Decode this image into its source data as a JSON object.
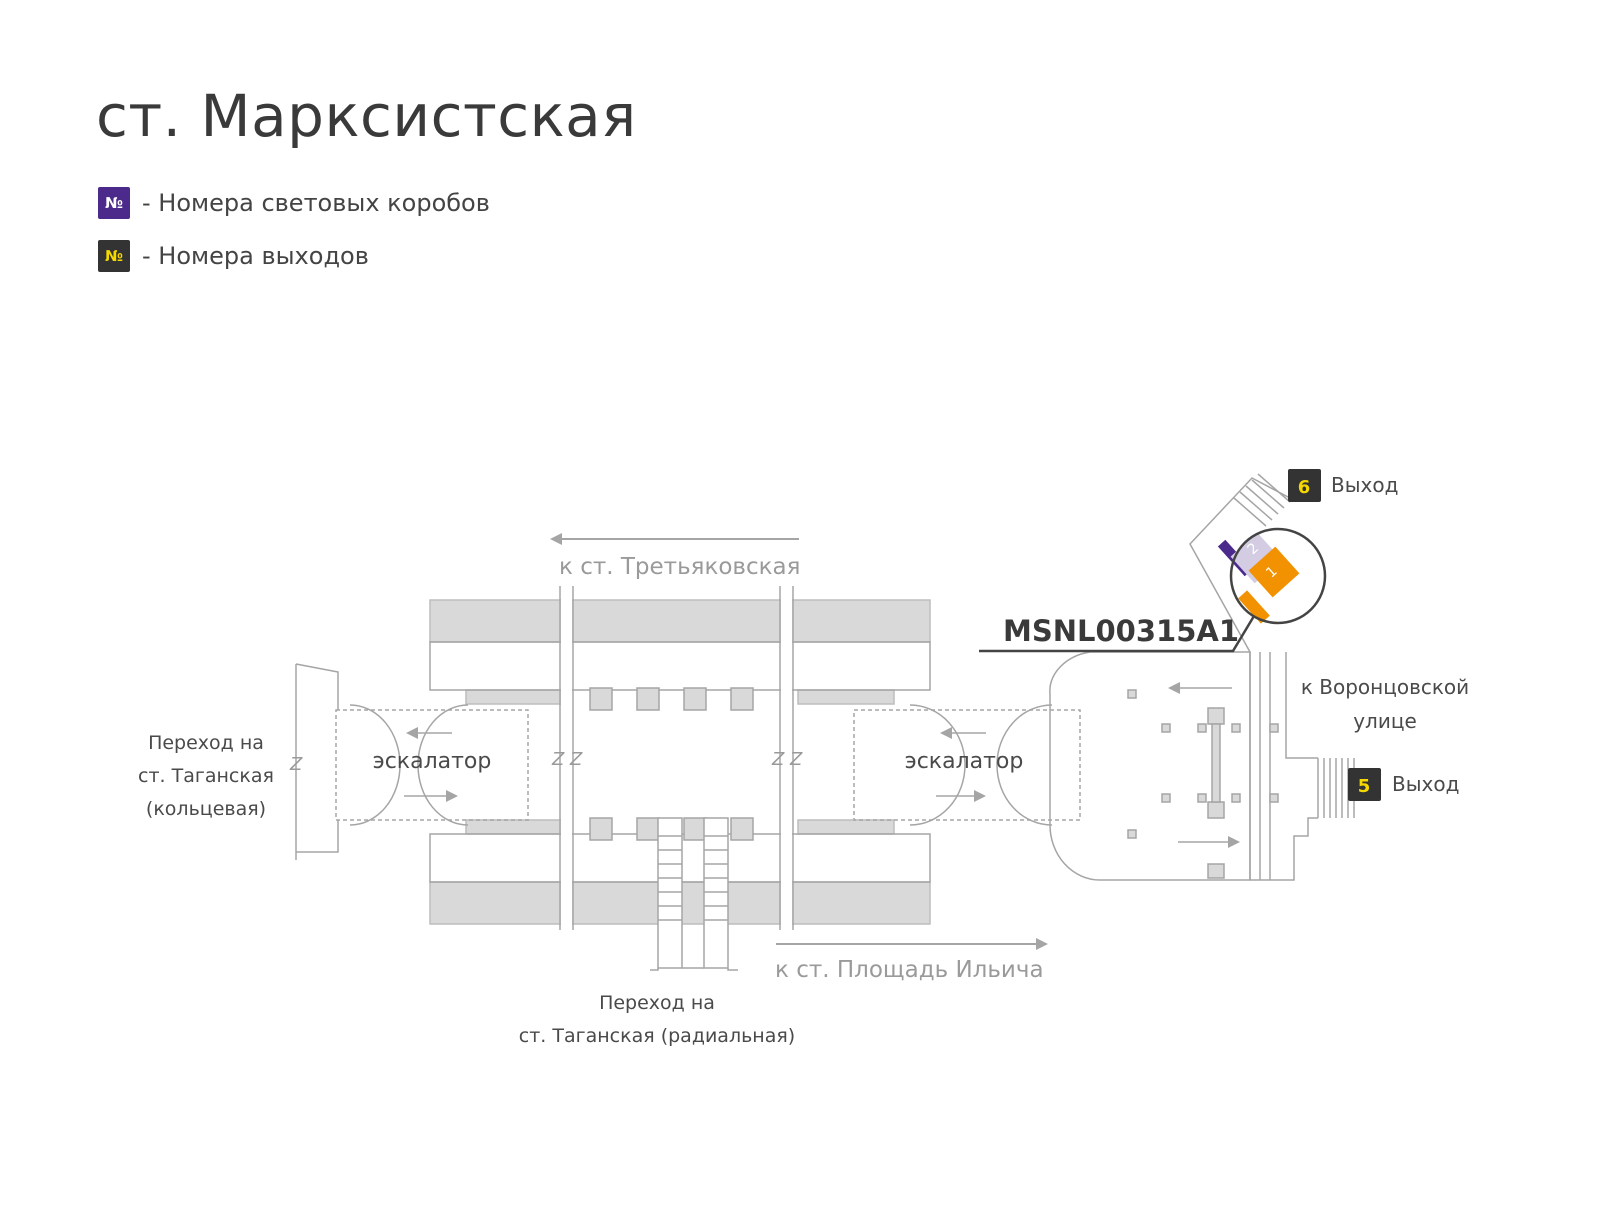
{
  "title": "ст. Марксистская",
  "legend": [
    {
      "symbol": "№",
      "text": "- Номера световых коробов",
      "color": "#4b2a8c"
    },
    {
      "symbol": "№",
      "text": "- Номера выходов",
      "color": "#333333"
    }
  ],
  "map": {
    "direction_top": "к ст. Третьяковская",
    "direction_bottom": "к ст. Площадь Ильича",
    "transfer_left": [
      "Переход на",
      "ст. Таганская",
      "(кольцевая)"
    ],
    "transfer_bottom": [
      "Переход на",
      "ст. Таганская (радиальная)"
    ],
    "escalator_left": "эскалатор",
    "escalator_right": "эскалатор",
    "exit_6": {
      "number": "6",
      "label": "Выход"
    },
    "exit_5": {
      "number": "5",
      "label": "Выход"
    },
    "vorontsov": [
      "к Воронцовской",
      "улице"
    ],
    "callout_code": "MSNL00315A1",
    "lightbox_1": "1",
    "lightbox_2": "2",
    "z_marks": [
      "Z",
      "Z Z",
      "Z Z"
    ],
    "colors": {
      "orange": "#f39200",
      "purple": "#4b2a8c",
      "grey": "#d9d9d9",
      "line": "#9b9b9b"
    }
  }
}
